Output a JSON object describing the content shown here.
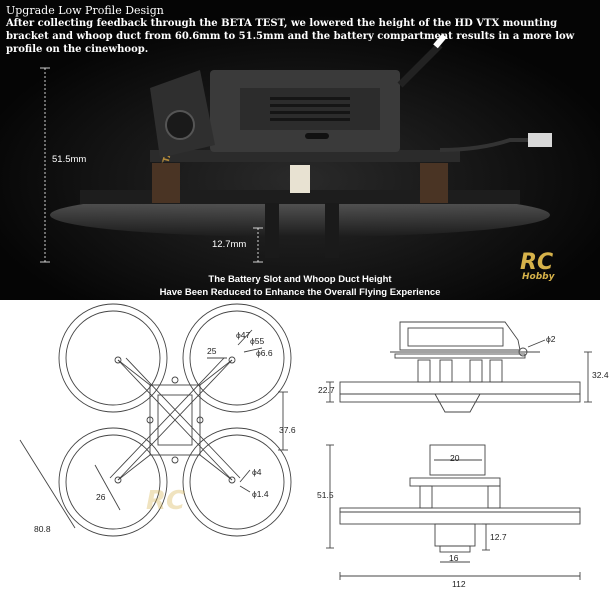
{
  "header": {
    "title": "Upgrade Low Profile Design",
    "body": "After collecting feedback through the BETA TEST, we lowered the height of the HD VTX mounting bracket and whoop duct from 60.6mm to 51.5mm and the battery compartment results in a more low profile on the cinewhoop."
  },
  "photo": {
    "height_label": "51.5mm",
    "duct_label": "12.7mm",
    "caption_line1": "The Battery Slot and Whoop Duct Height",
    "caption_line2": "Have Been Reduced to Enhance the Overall Flying Experience"
  },
  "watermark": {
    "top": "RC",
    "sub": "Hobby"
  },
  "drawing": {
    "top_view": {
      "d47": "ϕ47",
      "d55": "ϕ55",
      "d66": "ϕ6.6",
      "w25": "25",
      "h376": "37.6",
      "d4": "ϕ4",
      "d14": "ϕ1.4",
      "w26": "26",
      "diag808": "80.8"
    },
    "side_view_top": {
      "d2": "ϕ2",
      "h227": "22.7",
      "h324": "32.4"
    },
    "side_view_bottom": {
      "w20": "20",
      "h515": "51.5",
      "h127": "12.7",
      "w16": "16",
      "w112": "112"
    }
  }
}
